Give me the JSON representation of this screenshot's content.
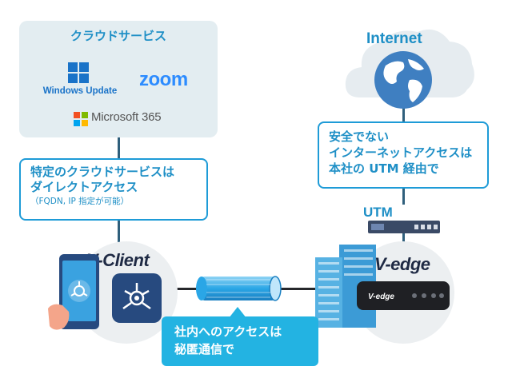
{
  "cloud_services": {
    "title": "クラウドサービス",
    "windows_update": "Windows Update",
    "zoom": "zoom",
    "microsoft365": "Microsoft 365"
  },
  "left_note": {
    "line1": "特定のクラウドサービスは",
    "line2": "ダイレクトアクセス",
    "line3": "（FQDN, IP 指定が可能）"
  },
  "internet": {
    "label": "Internet"
  },
  "right_note": {
    "line1": "安全でない",
    "line2": "インターネットアクセスは",
    "line3": "本社の UTM 経由で"
  },
  "utm": {
    "label": "UTM"
  },
  "vclient": {
    "brand": "V-Client"
  },
  "vedge": {
    "brand": "V-edge",
    "device_label": "V-edge"
  },
  "bubble": {
    "line1": "社内へのアクセスは",
    "line2": "秘匿通信で"
  },
  "colors": {
    "accent": "#1e9bd7",
    "accent_text": "#1e8fc6",
    "bubble": "#23b3e2",
    "panel_bg": "#e3edf1",
    "line": "#2f5f7c"
  },
  "icons": [
    "windows-icon",
    "microsoft-icon",
    "cloud-icon",
    "globe-icon",
    "utm-appliance-icon",
    "smartphone-icon",
    "app-icon",
    "tunnel-icon",
    "building-icon",
    "router-icon"
  ]
}
